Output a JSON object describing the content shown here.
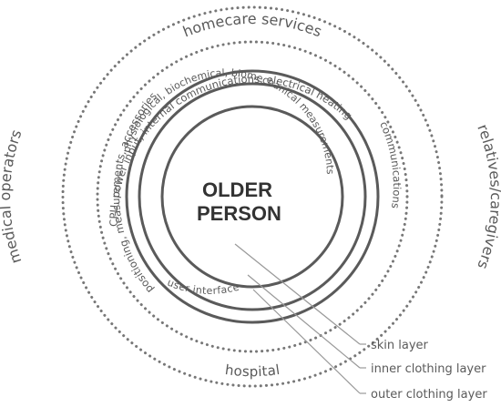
{
  "center": {
    "line1": "OLDER",
    "line2": "PERSON"
  },
  "outer_ring": {
    "top": "homecare services",
    "left": "medical operators",
    "right": "relatives/caregivers",
    "bottom": "hospital"
  },
  "third_ring": {
    "left": "positioning, measurements, accessories",
    "right": "communications"
  },
  "second_ring": {
    "top": "CPU, power input, internal communications, electrical heating"
  },
  "inner_ring": {
    "arc": "physiological, biochemical, biomechanical measurements",
    "bottom": "user interface"
  },
  "callouts": {
    "skin": "skin layer",
    "inner_clothing": "inner clothing layer",
    "outer_clothing": "outer clothing layer"
  },
  "colors": {
    "ring": "#5a5a5a",
    "leader": "#999999",
    "text": "#5a5a5a"
  }
}
